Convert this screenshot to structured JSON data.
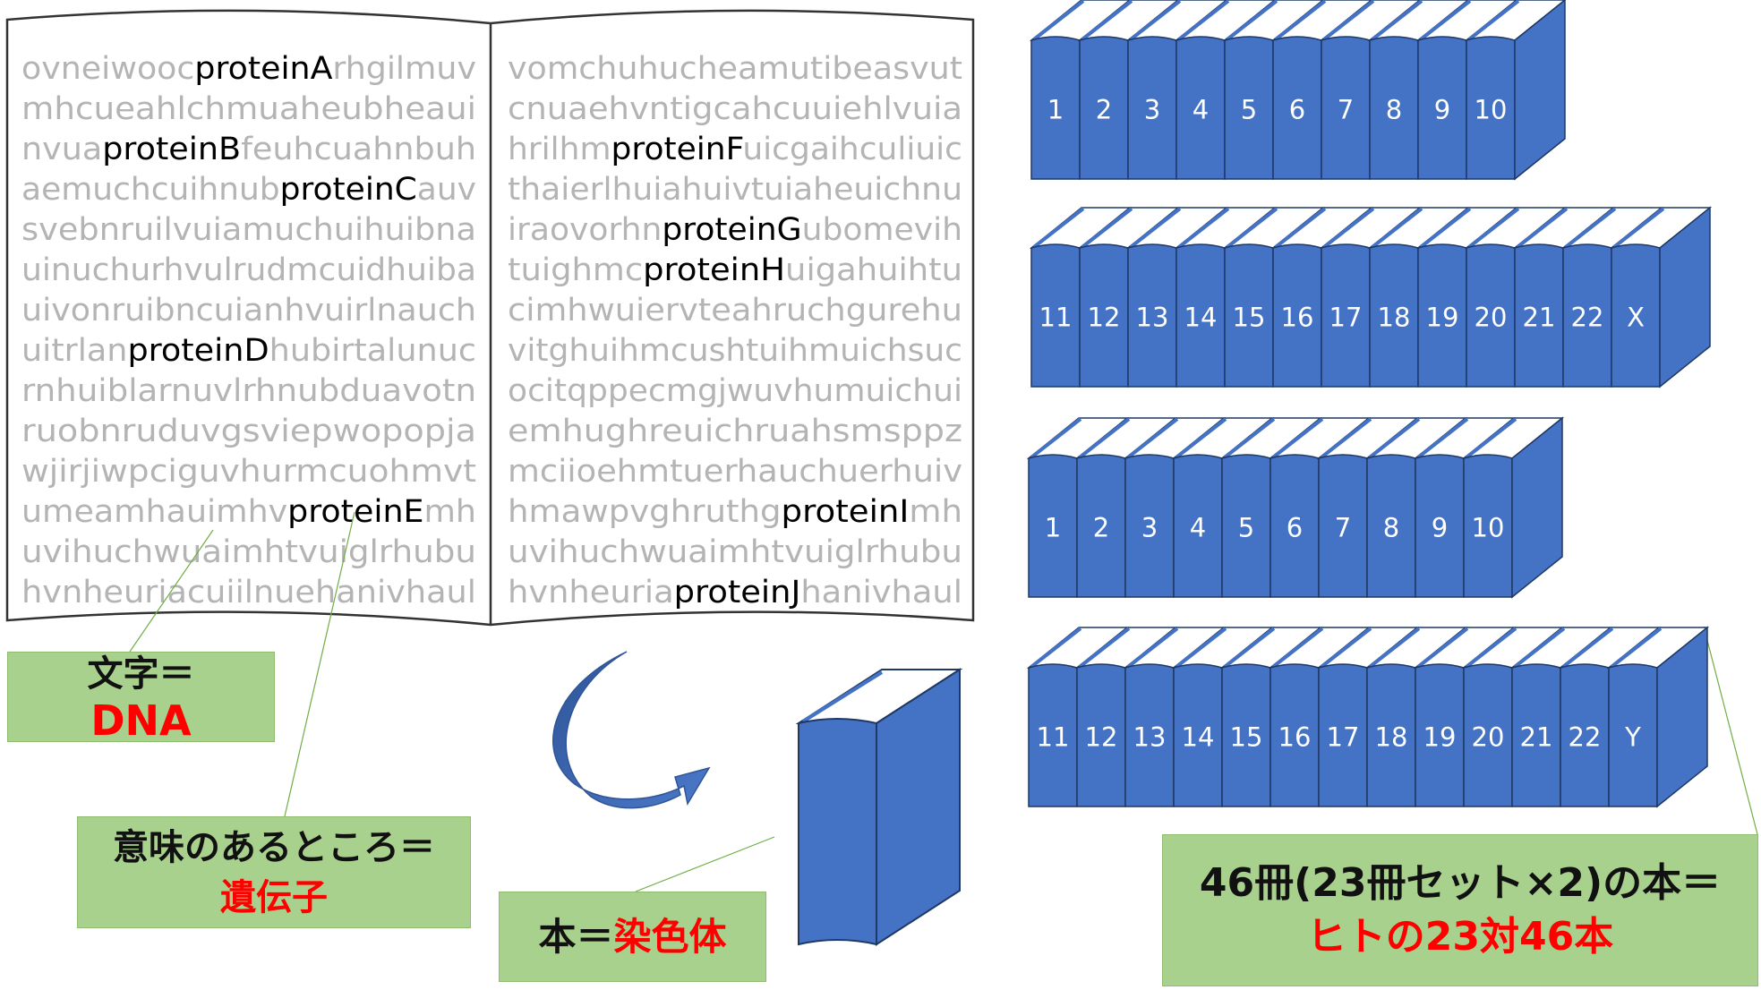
{
  "open_book": {
    "left_page": [
      [
        "ovneiwooc",
        "proteinA",
        "rhgilmuv"
      ],
      [
        "mhcueahlchmuaheubheaui"
      ],
      [
        "nvua",
        "proteinB",
        "feuhcuahnbuh"
      ],
      [
        "aemuchcuihnub",
        "proteinC",
        "auv"
      ],
      [
        "svebnruilvuiamuchuihuibna"
      ],
      [
        "uinuchurhvulrudmcuidhuiba"
      ],
      [
        "uivonruibncuianhvuirlnauch"
      ],
      [
        "uitrlan",
        "proteinD",
        "hubirtalunuc"
      ],
      [
        "rnhuiblarnuvlrhnubduavotn"
      ],
      [
        "ruobnruduvgsviepwopopja"
      ],
      [
        "wjirjiwpciguvhurmcuohmvt"
      ],
      [
        "umeamhauimhv",
        "proteinE",
        "mh"
      ],
      [
        "uvihuchwuaimhtvuiglrhubu"
      ],
      [
        "hvnheuriacuiilnuehanivhaul"
      ]
    ],
    "right_page": [
      [
        "vomchuhucheamutibeasvut"
      ],
      [
        "cnuaehvntigcahcuuiehlvuia"
      ],
      [
        "hrilhm",
        "proteinF",
        "uicgaihculiuic"
      ],
      [
        "thaierlhuiahuivtuiaheuichnu"
      ],
      [
        "iraovorhn",
        "proteinG",
        "ubomevih"
      ],
      [
        "tuighmc",
        "proteinH",
        "uigahuihtu"
      ],
      [
        "cimhwuiervteahruchgurehu"
      ],
      [
        "vitghuihmcushtuihmuichsuc"
      ],
      [
        "ocitqppecmgjwuvhumuichui"
      ],
      [
        "emhughreuichruahsmsppz"
      ],
      [
        "mciioehmtuerhauchuerhuiv"
      ],
      [
        "hmawpvghruthg",
        "proteinI",
        "mh"
      ],
      [
        "uvihuchwuaimhtvuiglrhubu"
      ],
      [
        "hvnheuria",
        "proteinJ",
        "hanivhaul"
      ]
    ]
  },
  "shelves": [
    [
      "1",
      "2",
      "3",
      "4",
      "5",
      "6",
      "7",
      "8",
      "9",
      "10"
    ],
    [
      "11",
      "12",
      "13",
      "14",
      "15",
      "16",
      "17",
      "18",
      "19",
      "20",
      "21",
      "22",
      "X"
    ],
    [
      "1",
      "2",
      "3",
      "4",
      "5",
      "6",
      "7",
      "8",
      "9",
      "10"
    ],
    [
      "11",
      "12",
      "13",
      "14",
      "15",
      "16",
      "17",
      "18",
      "19",
      "20",
      "21",
      "22",
      "Y"
    ]
  ],
  "labels": {
    "letters_line1": "文字＝",
    "letters_line2": "DNA",
    "meaning_line1": "意味のあるところ＝",
    "meaning_line2": "遺伝子",
    "book_black": "本＝",
    "book_red": "染色体",
    "set_line1": "46冊(23冊セット×2)の本＝",
    "set_line2": "ヒトの23対46本"
  },
  "colors": {
    "book_blue": "#4472c4",
    "book_outline": "#1f3864",
    "box_green": "#a9d18e",
    "emphasis_red": "#ff0000",
    "filler_text": "#b4b4b4",
    "protein_text": "#000000"
  }
}
